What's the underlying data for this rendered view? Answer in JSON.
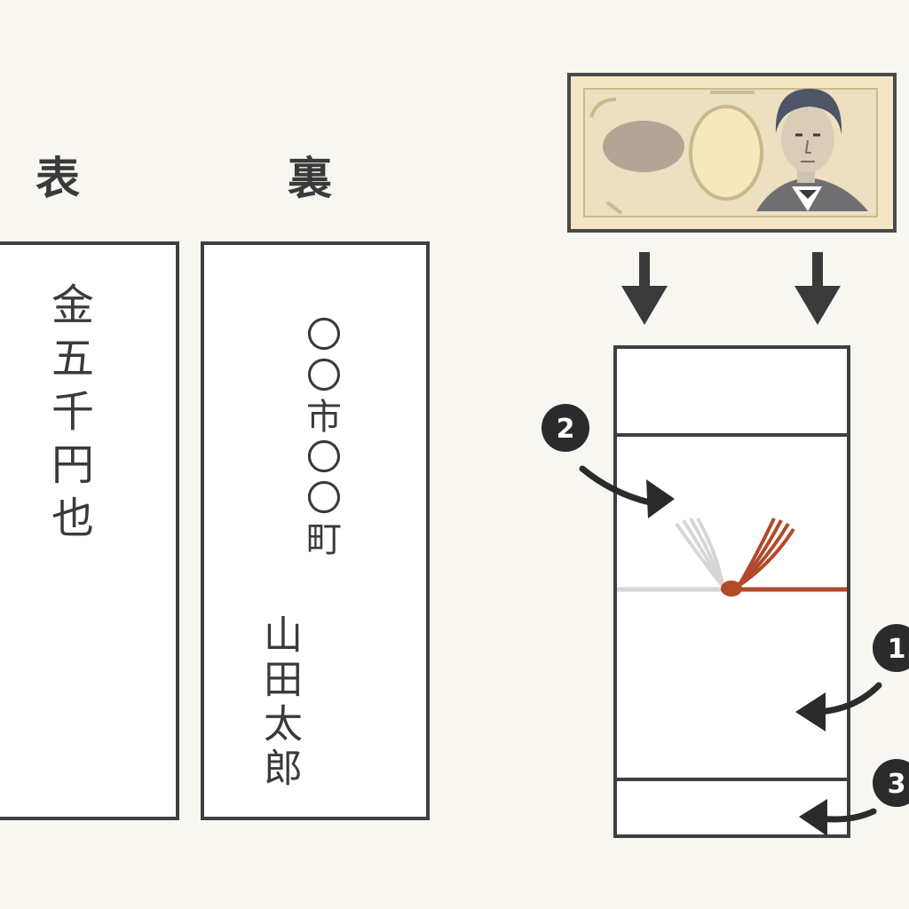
{
  "left_section": {
    "front_label": "表",
    "back_label": "裏",
    "front_text": "金五千円也",
    "back_address": "〇〇市〇〇町",
    "back_name": "山田太郎"
  },
  "right_section": {
    "markers": [
      "1",
      "2",
      "3"
    ],
    "cord_colors": {
      "left": "#d6d6d6",
      "right": "#b24a2a"
    },
    "banknote_colors": {
      "paper": "#f3e6c4",
      "border": "#4a4a4a"
    }
  }
}
